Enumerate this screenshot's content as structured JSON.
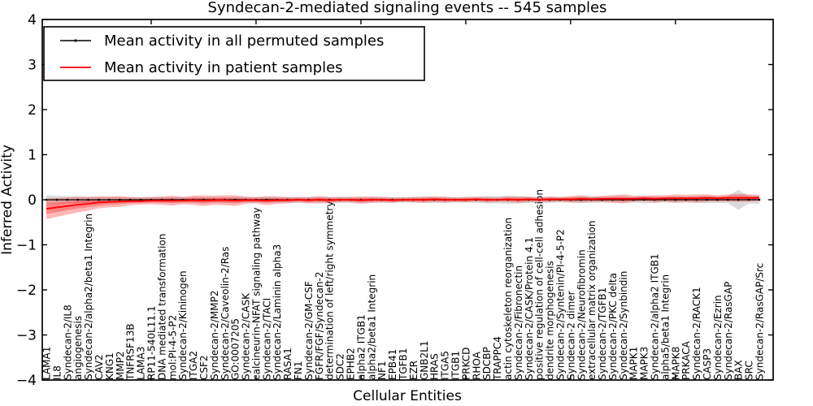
{
  "legend": {
    "items": [
      {
        "label": "Mean activity in all permuted samples",
        "color": "#000000"
      },
      {
        "label": "Mean activity in patient samples",
        "color": "#ff0000"
      }
    ]
  },
  "chart_data": {
    "type": "line",
    "title": "Syndecan-2-mediated signaling events -- 545 samples",
    "xlabel": "Cellular Entities",
    "ylabel": "Inferred Activity",
    "ylim": [
      -4,
      4
    ],
    "yticks": [
      -4,
      -3,
      -2,
      -1,
      0,
      1,
      2,
      3,
      4
    ],
    "yticklabels": [
      "−4",
      "−3",
      "−2",
      "−1",
      "0",
      "1",
      "2",
      "3",
      "4"
    ],
    "xtick_positions": [
      10,
      20,
      30,
      40,
      50,
      60
    ],
    "grid": false,
    "legend_position": "upper left",
    "categories": [
      "LAMA1",
      "IL8",
      "Syndecan-2/IL8",
      "angiogenesis",
      "Syndecan-2/alpha2/beta1 Integrin",
      "CAV2",
      "KNG1",
      "MMP2",
      "TNFRSF13B",
      "LAMA3",
      "RP11-540L11.1",
      "DNA mediated transformation",
      "mol:PI-4-5-P2",
      "Syndecan-2/Kininogen",
      "ITGA2",
      "CSF2",
      "Syndecan-2/MMP2",
      "Syndecan-2/Caveolin-2/Ras",
      "GO:0007205",
      "Syndecan-2/CASK",
      "calcineurin-NFAT signaling pathway",
      "Syndecan-2/TACI",
      "Syndecan-2/Laminin alpha3",
      "RASA1",
      "FN1",
      "Syndecan-2/GM-CSF",
      "FGFR/FGF/Syndecan-2",
      "determination of left/right symmetry",
      "SDC2",
      "EPHB2",
      "alpha2 ITGB1",
      "alpha2/beta1 Integrin",
      "NF1",
      "EPB41",
      "TGFB1",
      "EZR",
      "GNB2L1",
      "HRAS",
      "ITGA5",
      "ITGB1",
      "PRKCD",
      "RHOA",
      "SDCBP",
      "TRAPPC4",
      "actin cytoskeleton reorganization",
      "Syndecan-2/Fibronectin",
      "Syndecan-2/CASK/Protein 4.1",
      "positive regulation of cell-cell adhesion",
      "dendrite morphogenesis",
      "Syndecan-2/Syntenin/PI-4-5-P2",
      "Syndecan-2 dimer",
      "Syndecan-2/Neurofibromin",
      "extracellular matrix organization",
      "Syndecan-2/TGFB1",
      "Syndecan-2/PKC delta",
      "Syndecan-2/Synbindin",
      "MAPK1",
      "MAPK3",
      "Syndecan-2/alpha2 ITGB1",
      "alpha5/beta1 Integrin",
      "MAPK8",
      "PRKACA",
      "Syndecan-2/RACK1",
      "CASP3",
      "Syndecan-2/Ezrin",
      "Syndecan-2/RasGAP",
      "BAX",
      "SRC",
      "Syndecan-2/RasGAP/Src"
    ],
    "series": [
      {
        "name": "Mean activity in all permuted samples",
        "color": "#000000",
        "band_color": "#999999",
        "band_opacity": 0.35,
        "values": [
          0,
          0,
          0,
          0,
          0,
          0,
          0,
          0,
          0,
          0,
          0,
          0,
          0,
          0,
          0,
          0,
          0,
          0,
          0,
          0,
          0,
          0,
          0,
          0,
          0,
          0,
          0,
          0,
          0,
          0,
          0,
          0,
          0,
          0,
          0,
          0,
          0,
          0,
          0,
          0,
          0,
          0,
          0,
          0,
          0,
          0,
          0,
          0,
          0,
          0,
          0,
          0,
          0,
          0,
          0,
          0,
          0,
          0,
          0,
          0,
          0,
          0,
          0,
          0,
          0,
          0,
          0,
          0,
          0
        ],
        "band": [
          0.1,
          0.09,
          0.08,
          0.08,
          0.07,
          0.07,
          0.07,
          0.06,
          0.06,
          0.06,
          0.06,
          0.06,
          0.06,
          0.06,
          0.06,
          0.06,
          0.06,
          0.06,
          0.06,
          0.06,
          0.06,
          0.06,
          0.06,
          0.06,
          0.06,
          0.06,
          0.06,
          0.06,
          0.06,
          0.06,
          0.06,
          0.06,
          0.06,
          0.06,
          0.06,
          0.06,
          0.06,
          0.07,
          0.07,
          0.06,
          0.06,
          0.07,
          0.08,
          0.08,
          0.09,
          0.08,
          0.07,
          0.06,
          0.07,
          0.06,
          0.06,
          0.07,
          0.07,
          0.06,
          0.07,
          0.06,
          0.06,
          0.08,
          0.07,
          0.06,
          0.07,
          0.06,
          0.07,
          0.08,
          0.07,
          0.08,
          0.22,
          0.08,
          0.09
        ]
      },
      {
        "name": "Mean activity in patient samples",
        "color": "#ff0000",
        "band_color": "#ff0000",
        "band_opacity": 0.28,
        "values": [
          -0.2,
          -0.17,
          -0.14,
          -0.11,
          -0.09,
          -0.06,
          -0.05,
          -0.04,
          -0.03,
          -0.03,
          -0.02,
          -0.02,
          -0.02,
          -0.02,
          -0.01,
          -0.02,
          -0.01,
          -0.01,
          -0.02,
          -0.01,
          -0.01,
          -0.02,
          -0.01,
          -0.01,
          0.0,
          -0.01,
          0.0,
          -0.01,
          0.0,
          0.0,
          -0.01,
          0.0,
          0.0,
          -0.01,
          0.0,
          0.0,
          0.0,
          0.01,
          0.0,
          0.0,
          0.0,
          0.01,
          0.0,
          0.0,
          0.01,
          0.0,
          0.01,
          0.0,
          0.01,
          0.01,
          0.01,
          0.02,
          0.01,
          0.02,
          0.02,
          0.02,
          0.02,
          0.03,
          0.02,
          0.03,
          0.03,
          0.03,
          0.03,
          0.04,
          0.03,
          0.04,
          0.04,
          0.04,
          0.04
        ],
        "band": [
          0.23,
          0.21,
          0.19,
          0.17,
          0.15,
          0.13,
          0.12,
          0.12,
          0.09,
          0.08,
          0.08,
          0.09,
          0.11,
          0.08,
          0.1,
          0.12,
          0.1,
          0.11,
          0.12,
          0.08,
          0.07,
          0.1,
          0.08,
          0.07,
          0.06,
          0.07,
          0.08,
          0.07,
          0.06,
          0.06,
          0.08,
          0.07,
          0.06,
          0.06,
          0.05,
          0.06,
          0.07,
          0.06,
          0.06,
          0.05,
          0.06,
          0.05,
          0.06,
          0.05,
          0.06,
          0.07,
          0.06,
          0.05,
          0.06,
          0.05,
          0.07,
          0.08,
          0.06,
          0.07,
          0.08,
          0.1,
          0.07,
          0.06,
          0.08,
          0.07,
          0.09,
          0.08,
          0.09,
          0.08,
          0.07,
          0.08,
          0.09,
          0.08,
          0.07
        ]
      }
    ]
  }
}
